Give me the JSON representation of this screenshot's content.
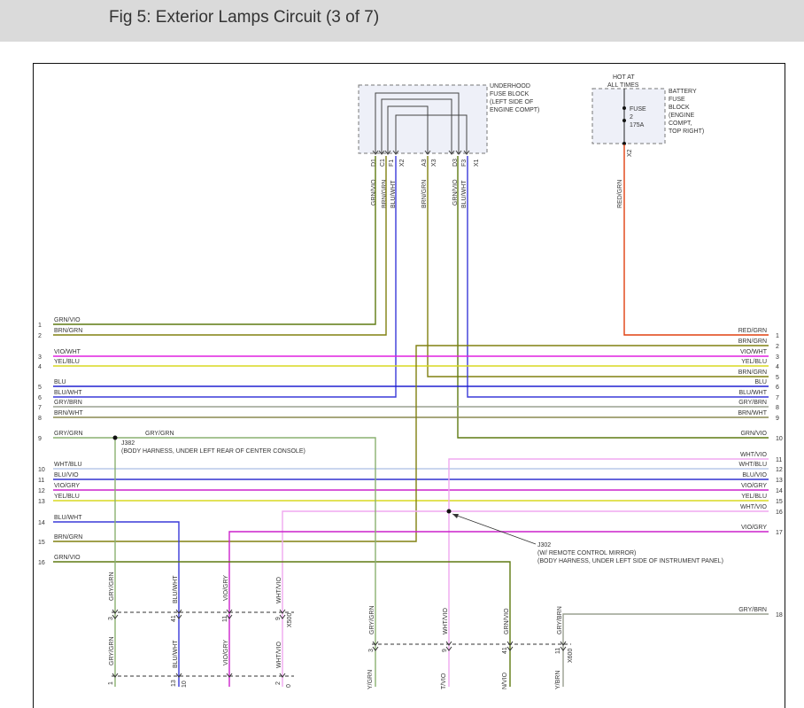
{
  "header": {
    "title": "Fig 5: Exterior Lamps Circuit (3 of 7)"
  },
  "colors": {
    "GRN/VIO": "#5f7a12",
    "BRN/GRN": "#808010",
    "BLU/WHT": "#3a3ad8",
    "BRN/WHT": "#8a8a50",
    "GRY/BRN": "#9aa090",
    "GRY/GRN": "#8ab070",
    "RED/GRN": "#e04010",
    "VIO/WHT": "#e020e0",
    "VIO/GRY": "#cc22cc",
    "WHT/VIO": "#f0a8f0",
    "WHT/BLU": "#b8c8e8",
    "YEL/BLU": "#d8d820",
    "BLU": "#2020d0",
    "BLU/VIO": "#3030d0"
  },
  "underhood": {
    "label_lines": [
      "UNDERHOOD",
      "FUSE BLOCK",
      "(LEFT SIDE OF",
      "ENGINE COMPT)"
    ],
    "pins": [
      {
        "id": "D1",
        "wire": "GRN/VIO"
      },
      {
        "id": "C1",
        "wire": "BRN/GRN"
      },
      {
        "id": "F1",
        "wire": "BLU/WHT"
      },
      {
        "id": "X2",
        "wire": ""
      },
      {
        "id": "A3",
        "wire": "BRN/GRN"
      },
      {
        "id": "X3",
        "wire": ""
      },
      {
        "id": "D3",
        "wire": "GRN/VIO"
      },
      {
        "id": "F3",
        "wire": "BLU/WHT"
      },
      {
        "id": "X1",
        "wire": ""
      }
    ]
  },
  "battery": {
    "hot_label": [
      "HOT AT",
      "ALL TIMES"
    ],
    "label_lines": [
      "BATTERY",
      "FUSE",
      "BLOCK",
      "(ENGINE",
      "COMPT,",
      "TOP RIGHT)"
    ],
    "fuse_lines": [
      "FUSE",
      "2",
      "175A"
    ],
    "pin": "X2",
    "wire": "RED/GRN"
  },
  "left_rows": [
    {
      "n": "1",
      "label": "GRN/VIO"
    },
    {
      "n": "2",
      "label": "BRN/GRN"
    },
    {
      "n": "3",
      "label": "VIO/WHT"
    },
    {
      "n": "4",
      "label": "YEL/BLU"
    },
    {
      "n": "5",
      "label": "BLU"
    },
    {
      "n": "6",
      "label": "BLU/WHT"
    },
    {
      "n": "7",
      "label": "GRY/BRN"
    },
    {
      "n": "8",
      "label": "BRN/WHT"
    },
    {
      "n": "9",
      "label": "GRY/GRN"
    },
    {
      "n": "10",
      "label": "WHT/BLU"
    },
    {
      "n": "11",
      "label": "BLU/VIO"
    },
    {
      "n": "12",
      "label": "VIO/GRY"
    },
    {
      "n": "13",
      "label": "YEL/BLU"
    },
    {
      "n": "14",
      "label": "BLU/WHT"
    },
    {
      "n": "15",
      "label": "BRN/GRN"
    },
    {
      "n": "16",
      "label": "GRN/VIO"
    }
  ],
  "right_rows": [
    {
      "n": "1",
      "label": "RED/GRN"
    },
    {
      "n": "2",
      "label": "BRN/GRN"
    },
    {
      "n": "3",
      "label": "VIO/WHT"
    },
    {
      "n": "4",
      "label": "YEL/BLU"
    },
    {
      "n": "5",
      "label": "BRN/GRN"
    },
    {
      "n": "6",
      "label": "BLU"
    },
    {
      "n": "7",
      "label": "BLU/WHT"
    },
    {
      "n": "8",
      "label": "GRY/BRN"
    },
    {
      "n": "9",
      "label": "BRN/WHT"
    },
    {
      "n": "10",
      "label": "GRN/VIO"
    },
    {
      "n": "11",
      "label": "WHT/VIO"
    },
    {
      "n": "12",
      "label": "WHT/BLU"
    },
    {
      "n": "13",
      "label": "BLU/VIO"
    },
    {
      "n": "14",
      "label": "VIO/GRY"
    },
    {
      "n": "15",
      "label": "YEL/BLU"
    },
    {
      "n": "16",
      "label": "WHT/VIO"
    },
    {
      "n": "17",
      "label": "VIO/GRY"
    },
    {
      "n": "18",
      "label": "GRY/BRN"
    }
  ],
  "splices": {
    "j382": {
      "wire_label": "GRY/GRN",
      "lines": [
        "J382",
        "(BODY HARNESS, UNDER LEFT REAR OF CENTER CONSOLE)"
      ]
    },
    "j302": {
      "lines": [
        "J302",
        "(W/ REMOTE CONTROL MIRROR)",
        "(BODY HARNESS, UNDER LEFT SIDE OF INSTRUMENT PANEL)"
      ]
    }
  },
  "connectors": {
    "x500": {
      "name": "X500",
      "pins": [
        {
          "top": "3",
          "bottom": "1",
          "wire": "GRY/GRN"
        },
        {
          "top": "41",
          "bottom": "13",
          "wire": "BLU/WHT"
        },
        {
          "top": "11",
          "bottom": "",
          "wire": "VIO/GRY"
        },
        {
          "top": "9",
          "bottom": "2",
          "wire": "WHT/VIO"
        }
      ]
    },
    "x600": {
      "name": "X600",
      "pins": [
        {
          "top": "3",
          "wire": "GRY/GRN"
        },
        {
          "top": "9",
          "wire": "WHT/VIO"
        },
        {
          "top": "41",
          "wire": "GRN/VIO"
        },
        {
          "top": "11",
          "wire": "GRY/BRN"
        }
      ]
    }
  },
  "wire_snippets": {
    "x500_pin2_bottom": "10",
    "x500_pin3_bottom": "0",
    "x600_bottom": [
      "Y/GRN",
      "T/VIO",
      "N/VIO",
      "Y/BRN"
    ]
  }
}
